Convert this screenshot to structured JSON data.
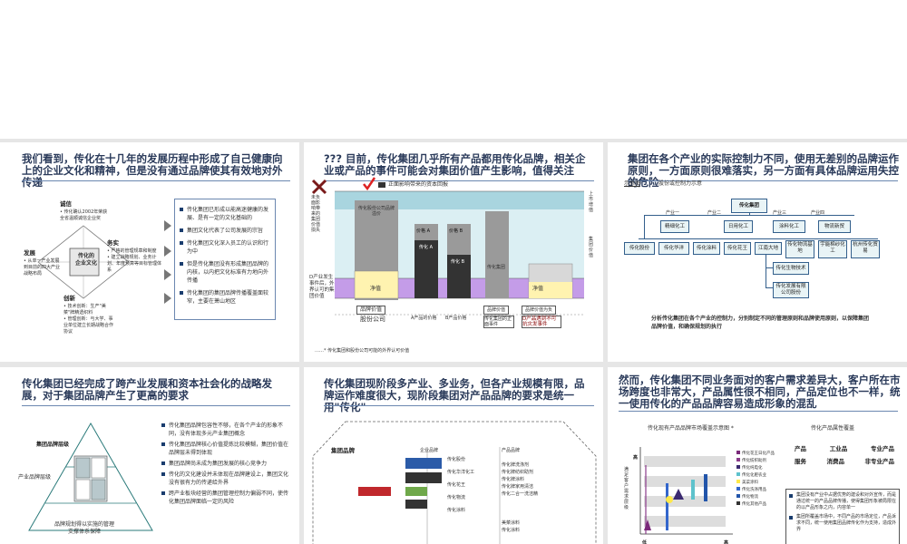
{
  "panels": {
    "p1": {
      "title": "我们看到，传化在十几年的发展历程中形成了自己健康向上的企业文化和精神，但是没有通过品牌使其有效地对外传递",
      "center_label": "传化的\n企业文化",
      "nodes": {
        "chengxin": {
          "title": "诚信",
          "text": "• 传化确认2002年荣获全省温顺诚信企业奖"
        },
        "chuangxin_top": {
          "title": "务实",
          "text": "• 严格的管理规章和制度\n• 建立战略规划、业务计划、年度预算等目标管理体系"
        },
        "fazhan": {
          "title": "发展",
          "text": "• 从单一产业发展到目前的四大产业战略布局"
        },
        "chuangxin": {
          "title": "创新",
          "text": "• 技术创新：生产\"美菜\"牌精透织料\n• 管理创新：与大学、事业单位建立长期战略合作协议"
        }
      },
      "bullets": [
        "传化集团已形成以能高迷健康的发展、是有一定的文化基础的",
        "集团文化代表了公司发展的宗旨",
        "传化集团文化深入员工的认识和行为中",
        "但是传化集团没有形成集团品牌的内核，以内把文化标准有力地向外传播",
        "传化集团的集团品牌传播覆盖面较窄，主要在萧山地区"
      ]
    },
    "p2": {
      "title": "??? 目前，传化集团几乎所有产品都用传化品牌，相关企业或产品的事件可能会对集团价值产生影响，值得关注",
      "legend_text": "正面影响带来的资本回报",
      "left_note_top": "未负面影响带来的集团价值损失",
      "left_note_bottom": "D产业发生事件后，外界认可的集团价值",
      "right_label_top": "上市增值",
      "right_label_mid": "集团价值",
      "bars": [
        {
          "label": "传化股份公司品牌溢价",
          "sub": "品牌价值",
          "foot": "股份公司"
        },
        {
          "label": "价格 A",
          "sub": "传化 A",
          "foot2": "A产品的价格"
        },
        {
          "label": "价格 B",
          "sub": "传化 B",
          "foot2": "B产品价格"
        },
        {
          "label": "传化集团",
          "sub": "品牌价值",
          "foot": "传化集团的正面事件"
        },
        {
          "label": "净值",
          "sub": "品牌价值为负",
          "foot": "D产品遇到不可抗灾发事件"
        }
      ],
      "net_label": "净值",
      "foot_note": "……* 传化集团和股份公司可能的外界认可价值"
    },
    "p3": {
      "title": "集团在各个产业的实际控制力不同，使用无差别的品牌运作原则，一方面原则很难落实，另一方面有具体品牌运用失控的危险",
      "caption_label": "示意图",
      "caption_text": "股份或控制力示意",
      "root": "传化集团",
      "level_labels": [
        "产业一",
        "产业二",
        "产业三",
        "产业四"
      ],
      "level2": [
        "精细化工",
        "日用化工",
        "涂料化工",
        "物流新贸"
      ],
      "level3": [
        "传化股份",
        "传化华洋",
        "传化涂料",
        "传化花王",
        "江南大地",
        "传化物流基地",
        "宇能棉纱化工",
        "杭州传化贸易"
      ],
      "level4": [
        "传化生物技术",
        "传化发展有限公司股份"
      ],
      "summary": "分析传化集团在各个产业的控制力，分别制定不同的管理原则和品牌使用原则，以保障集团品牌价值，和确保规划的执行"
    },
    "p4": {
      "title": "传化集团已经完成了跨产业发展和资本社会化的战略发展，对于集团品牌产生了更高的要求",
      "pyramid": [
        "集团品牌层级",
        "产业品牌层级",
        "品牌规划得以实施的管理支撑体系保障"
      ],
      "bullets": [
        "传化集团品牌包容性不够，在各个产业的形象不同，没有体现多元产业集团概念",
        "传化集团品牌核心价值提炼比较模糊，集团价值在品牌层未得到体现",
        "集团品牌尚未成为集团发展的核心竞争力",
        "传化的文化建设并未体现在品牌建设上，集团文化没有很有力的传递给外界",
        "跨产业板块经营的集团管理控制力偏弱不同，使传化集团品牌面临一定的风险"
      ]
    },
    "p5": {
      "title": "传化集团现阶段多产业、多业务，但各产业规模有限，品牌运作难度很大，现阶段集团对产品品牌的要求是统一用\"传化\"",
      "left_label": "集团品牌",
      "col_headers": [
        "企业品牌",
        "产品品牌"
      ],
      "companies": [
        "传化股份",
        "传化华洋化工",
        "传化花王",
        "传化物流",
        "传化涂料"
      ],
      "products": [
        "传化牌洗涤剂",
        "传化牌纺织助剂",
        "传化牌涂料",
        "传化牌家用清洁",
        "传化二合一洗洁精",
        "美菜涂料",
        "传化涂料"
      ]
    },
    "p6": {
      "title": "然而，传化集团不同业务面对的客户需求差异大，客户所在市场跨度也非常大，产品属性很不相同，产品定位也不一样，统一使用传化的产品品牌容易造成形象的混乱",
      "chart_title": "传化现有产品品牌市场覆盖示意图 *",
      "attr_title": "传化产品属性覆盖",
      "ylabel": "满足客户需求层级",
      "y_top": "高",
      "x_low": "低",
      "x_high": "高",
      "legend": [
        "传化花王日化产品",
        "传化纺织助剂",
        "传化纯电化",
        "传化化肥农业",
        "美菜涂料",
        "传化洗涤用品",
        "传化物流",
        "传化其他产品"
      ],
      "attr_rows": [
        [
          "产品",
          "工业品",
          "专业产品"
        ],
        [
          "服务",
          "消费品",
          "非专业产品"
        ]
      ],
      "bullets": [
        "集团没有产业中占据优势的建设和对外宣传，而是通过统一的产品品牌传播，使得集团形象被局限在的以产品形象之内，内容单一",
        "集团所覆盖市场中，不同产品的市场定位，产品诉求不同，统一使用集团品牌传化作为支持，造成外界"
      ]
    }
  }
}
